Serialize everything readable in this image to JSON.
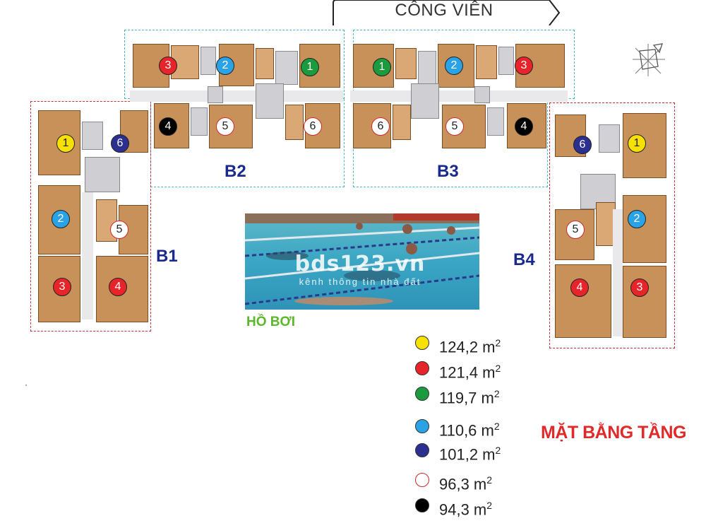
{
  "header": {
    "park_label": "CÔNG VIÊN"
  },
  "blocks": [
    {
      "id": "b1",
      "label": "B1"
    },
    {
      "id": "b2",
      "label": "B2"
    },
    {
      "id": "b3",
      "label": "B3"
    },
    {
      "id": "b4",
      "label": "B4"
    }
  ],
  "units": [
    {
      "block": "b2",
      "number": "3",
      "type": "red"
    },
    {
      "block": "b2",
      "number": "2",
      "type": "blue"
    },
    {
      "block": "b2",
      "number": "1",
      "type": "green"
    },
    {
      "block": "b2",
      "number": "4",
      "type": "black"
    },
    {
      "block": "b2",
      "number": "5",
      "type": "white"
    },
    {
      "block": "b2",
      "number": "6",
      "type": "white"
    },
    {
      "block": "b3",
      "number": "1",
      "type": "green"
    },
    {
      "block": "b3",
      "number": "2",
      "type": "blue"
    },
    {
      "block": "b3",
      "number": "3",
      "type": "red"
    },
    {
      "block": "b3",
      "number": "6",
      "type": "white"
    },
    {
      "block": "b3",
      "number": "5",
      "type": "white"
    },
    {
      "block": "b3",
      "number": "4",
      "type": "black"
    },
    {
      "block": "b1",
      "number": "1",
      "type": "yellow"
    },
    {
      "block": "b1",
      "number": "6",
      "type": "navy"
    },
    {
      "block": "b1",
      "number": "2",
      "type": "blue"
    },
    {
      "block": "b1",
      "number": "5",
      "type": "white"
    },
    {
      "block": "b1",
      "number": "3",
      "type": "red"
    },
    {
      "block": "b1",
      "number": "4",
      "type": "red"
    },
    {
      "block": "b4",
      "number": "6",
      "type": "navy"
    },
    {
      "block": "b4",
      "number": "1",
      "type": "yellow"
    },
    {
      "block": "b4",
      "number": "5",
      "type": "white"
    },
    {
      "block": "b4",
      "number": "2",
      "type": "blue"
    },
    {
      "block": "b4",
      "number": "4",
      "type": "red"
    },
    {
      "block": "b4",
      "number": "3",
      "type": "red"
    }
  ],
  "pool": {
    "label": "HỒ BƠI",
    "watermark_main": "bds123.vn",
    "watermark_sub": "kênh thông tin nhà đất"
  },
  "legend": [
    {
      "color": "#f6e100",
      "area": "124,2 m",
      "unit": "2"
    },
    {
      "color": "#e8242b",
      "area": "121,4 m",
      "unit": "2"
    },
    {
      "color": "#1c9a3e",
      "area": "119,7 m",
      "unit": "2"
    },
    {
      "color": "#2aa3e6",
      "area": "110,6 m",
      "unit": "2"
    },
    {
      "color": "#2b2f8f",
      "area": "101,2 m",
      "unit": "2"
    },
    {
      "color": "#ffffff",
      "area": "96,3 m",
      "unit": "2",
      "border": "#d12a2a"
    },
    {
      "color": "#000000",
      "area": "94,3 m",
      "unit": "2"
    }
  ],
  "colors": {
    "yellow": "#f6e100",
    "red": "#e8242b",
    "green": "#1c9a3e",
    "blue": "#2aa3e6",
    "navy": "#2b2f8f",
    "white": "#ffffff",
    "black": "#000000"
  },
  "title": "MẶT BẰNG TẦNG"
}
